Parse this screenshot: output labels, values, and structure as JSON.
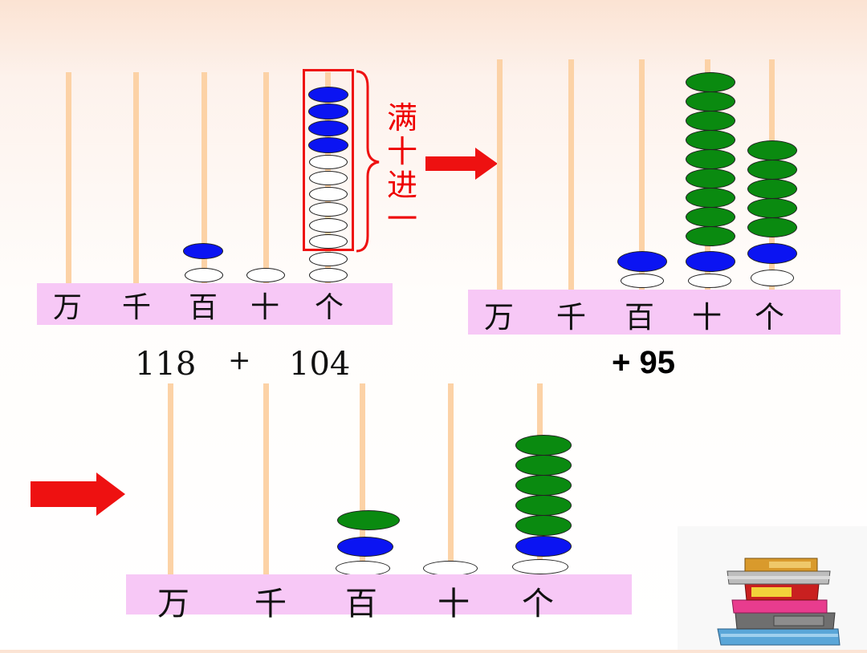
{
  "colors": {
    "rod": "#fcd2a6",
    "bar": "#f7c8f6",
    "blue": "#0b14f2",
    "green": "#0a8a10",
    "red": "#ee1111"
  },
  "places": [
    "万",
    "千",
    "百",
    "十",
    "个"
  ],
  "panel1": {
    "expression_left": "118",
    "operator": "+",
    "expression_right": "104"
  },
  "note": {
    "c1": "满",
    "c2": "十",
    "c3": "进",
    "c4": "一"
  },
  "panel2": {
    "addend": "+ 95"
  },
  "icons": {
    "arrow": "right-arrow-icon",
    "books": "stack-of-books-icon"
  }
}
